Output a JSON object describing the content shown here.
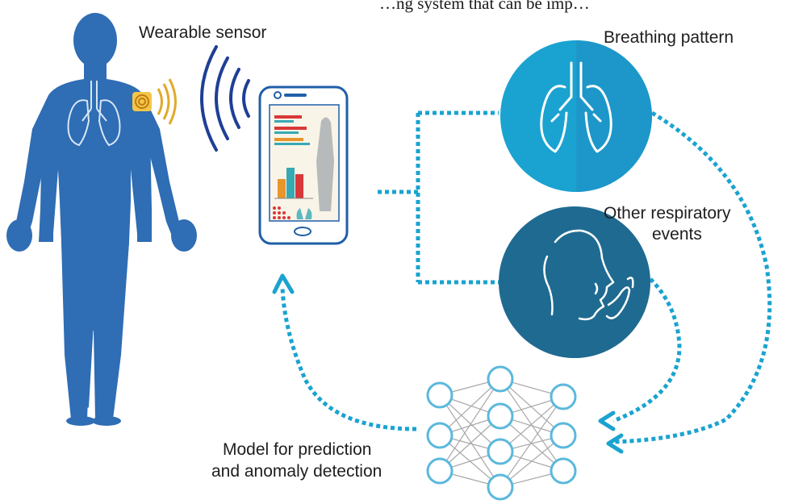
{
  "caption_fragment": "…ng system that can be imp…",
  "labels": {
    "wearable_sensor": "Wearable sensor",
    "breathing_pattern": "Breathing pattern",
    "other_respiratory_line1": "Other respiratory",
    "other_respiratory_line2": "events",
    "model_line1": "Model for prediction",
    "model_line2": "and anomaly detection"
  },
  "colors": {
    "body_blue": "#2f6db4",
    "dark_blue": "#1f6a91",
    "light_blue": "#1aa3d0",
    "mid_blue": "#1b7ba6",
    "sensor_gold": "#e2a92a",
    "signal_navy": "#1f3f95",
    "node_stroke": "#5bb8dc",
    "edge_gray": "#a9a9a9",
    "bar_orange": "#e8952b",
    "bar_teal": "#37a9b5",
    "bar_red": "#d8383a"
  },
  "icons": [
    "human-body-icon",
    "lungs-icon",
    "sensor-icon",
    "signal-waves-icon",
    "smartphone-icon",
    "face-cough-icon",
    "neural-network-icon"
  ]
}
